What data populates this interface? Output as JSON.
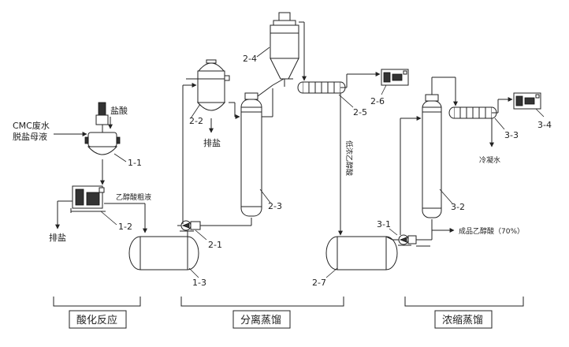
{
  "labels": {
    "cmc_line1": "CMC废水",
    "cmc_line2": "脱盐母液",
    "hcl": "盐酸",
    "salt_out_1": "排盐",
    "salt_out_2": "排盐",
    "crude_acid": "乙醇酸粗液",
    "low_conc_acid": "低浓乙醇酸",
    "condensate": "冷凝水",
    "product": "成品乙醇酸（70%）"
  },
  "tags": {
    "t1_1": "1-1",
    "t1_2": "1-2",
    "t1_3": "1-3",
    "t2_1": "2-1",
    "t2_2": "2-2",
    "t2_3": "2-3",
    "t2_4": "2-4",
    "t2_5": "2-5",
    "t2_6": "2-6",
    "t2_7": "2-7",
    "t3_1": "3-1",
    "t3_2": "3-2",
    "t3_3": "3-3",
    "t3_4": "3-4"
  },
  "stages": {
    "acidification": "酸化反应",
    "separation": "分离蒸馏",
    "concentration": "浓缩蒸馏"
  }
}
